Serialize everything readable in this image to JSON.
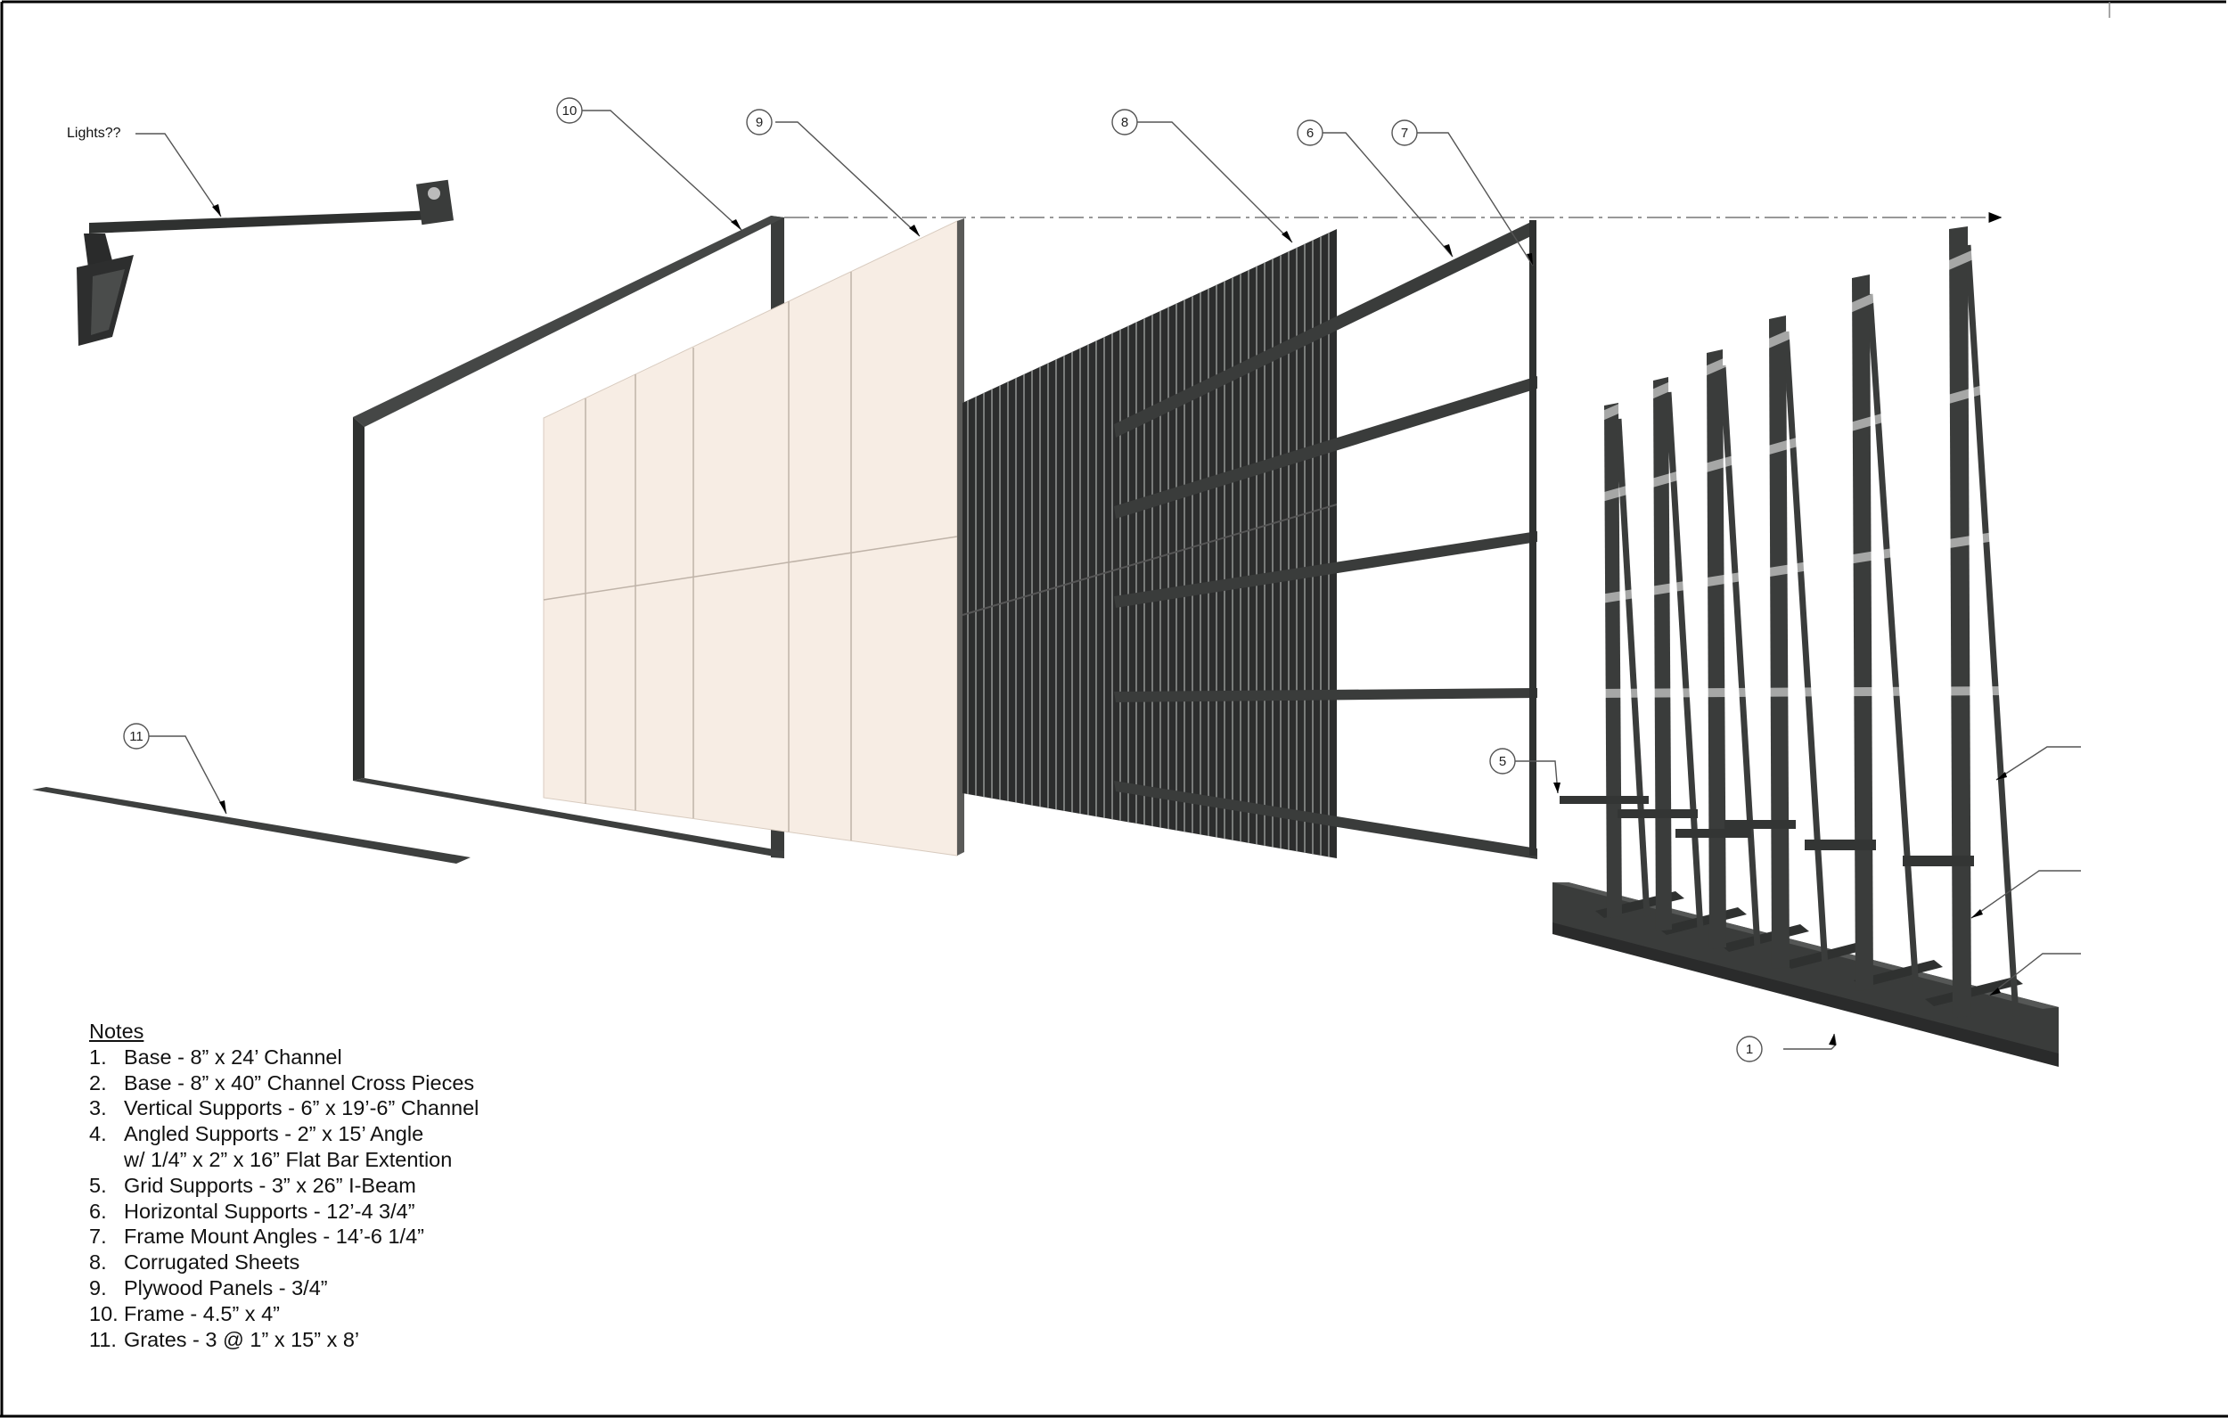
{
  "lights_label": "Lights??",
  "callouts": [
    "10",
    "9",
    "8",
    "6",
    "7",
    "11",
    "5",
    "1"
  ],
  "notes": {
    "title": "Notes",
    "items": [
      {
        "num": "1.",
        "text": "Base - 8” x 24’ Channel"
      },
      {
        "num": "2.",
        "text": "Base - 8” x 40” Channel Cross Pieces"
      },
      {
        "num": "3.",
        "text": "Vertical Supports - 6” x 19’-6” Channel"
      },
      {
        "num": "4.",
        "text": "Angled Supports - 2” x 15’ Angle"
      },
      {
        "num": "",
        "text": "w/ 1/4” x 2” x 16” Flat Bar Extention"
      },
      {
        "num": "5.",
        "text": "Grid Supports - 3” x 26” I-Beam"
      },
      {
        "num": "6.",
        "text": "Horizontal Supports - 12’-4 3/4”"
      },
      {
        "num": "7.",
        "text": "Frame Mount Angles - 14’-6 1/4”"
      },
      {
        "num": "8.",
        "text": "Corrugated Sheets"
      },
      {
        "num": "9.",
        "text": "Plywood Panels - 3/4”"
      },
      {
        "num": "10.",
        "text": "Frame - 4.5” x 4”"
      },
      {
        "num": "11.",
        "text": "Grates - 3 @ 1” x 15” x 8’"
      }
    ]
  },
  "colors": {
    "steel": "#3d3f3e",
    "steel_dark": "#2a2b2b",
    "plywood": "#f7ede4",
    "plywood_line": "#bfb3a8",
    "leader": "#666666"
  }
}
